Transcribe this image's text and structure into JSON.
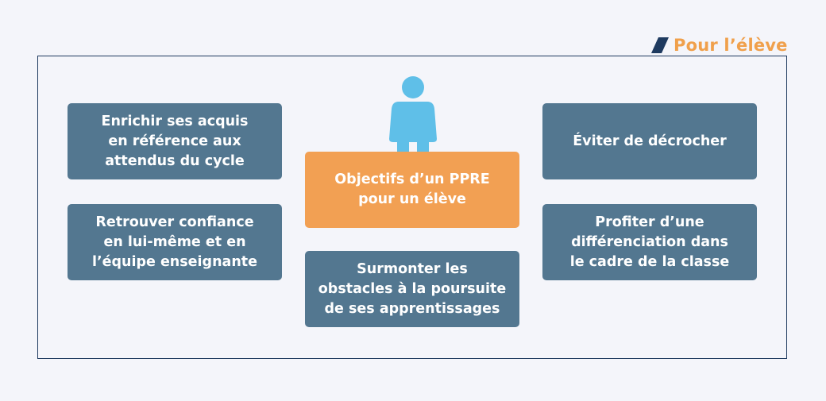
{
  "header": {
    "title": "Pour l’élève"
  },
  "diagram": {
    "center": "Objectifs d’un PPRE\npour un élève",
    "left_top": "Enrichir ses acquis\nen référence aux\nattendus du cycle",
    "left_bottom": "Retrouver confiance\nen lui-même et en\nl’équipe enseignante",
    "bottom_center": "Surmonter les\nobstacles à la poursuite\nde ses apprentissages",
    "right_top": "Éviter de décrocher",
    "right_bottom": "Profiter d’une\ndifférenciation dans\nle cadre de la classe"
  },
  "colors": {
    "accent": "#f2a053",
    "box": "#537790",
    "person": "#5fbfe8",
    "frame": "#1e3a5f",
    "background": "#f4f5fa"
  },
  "icons": {
    "header": "slash-icon",
    "figure": "person-icon"
  }
}
